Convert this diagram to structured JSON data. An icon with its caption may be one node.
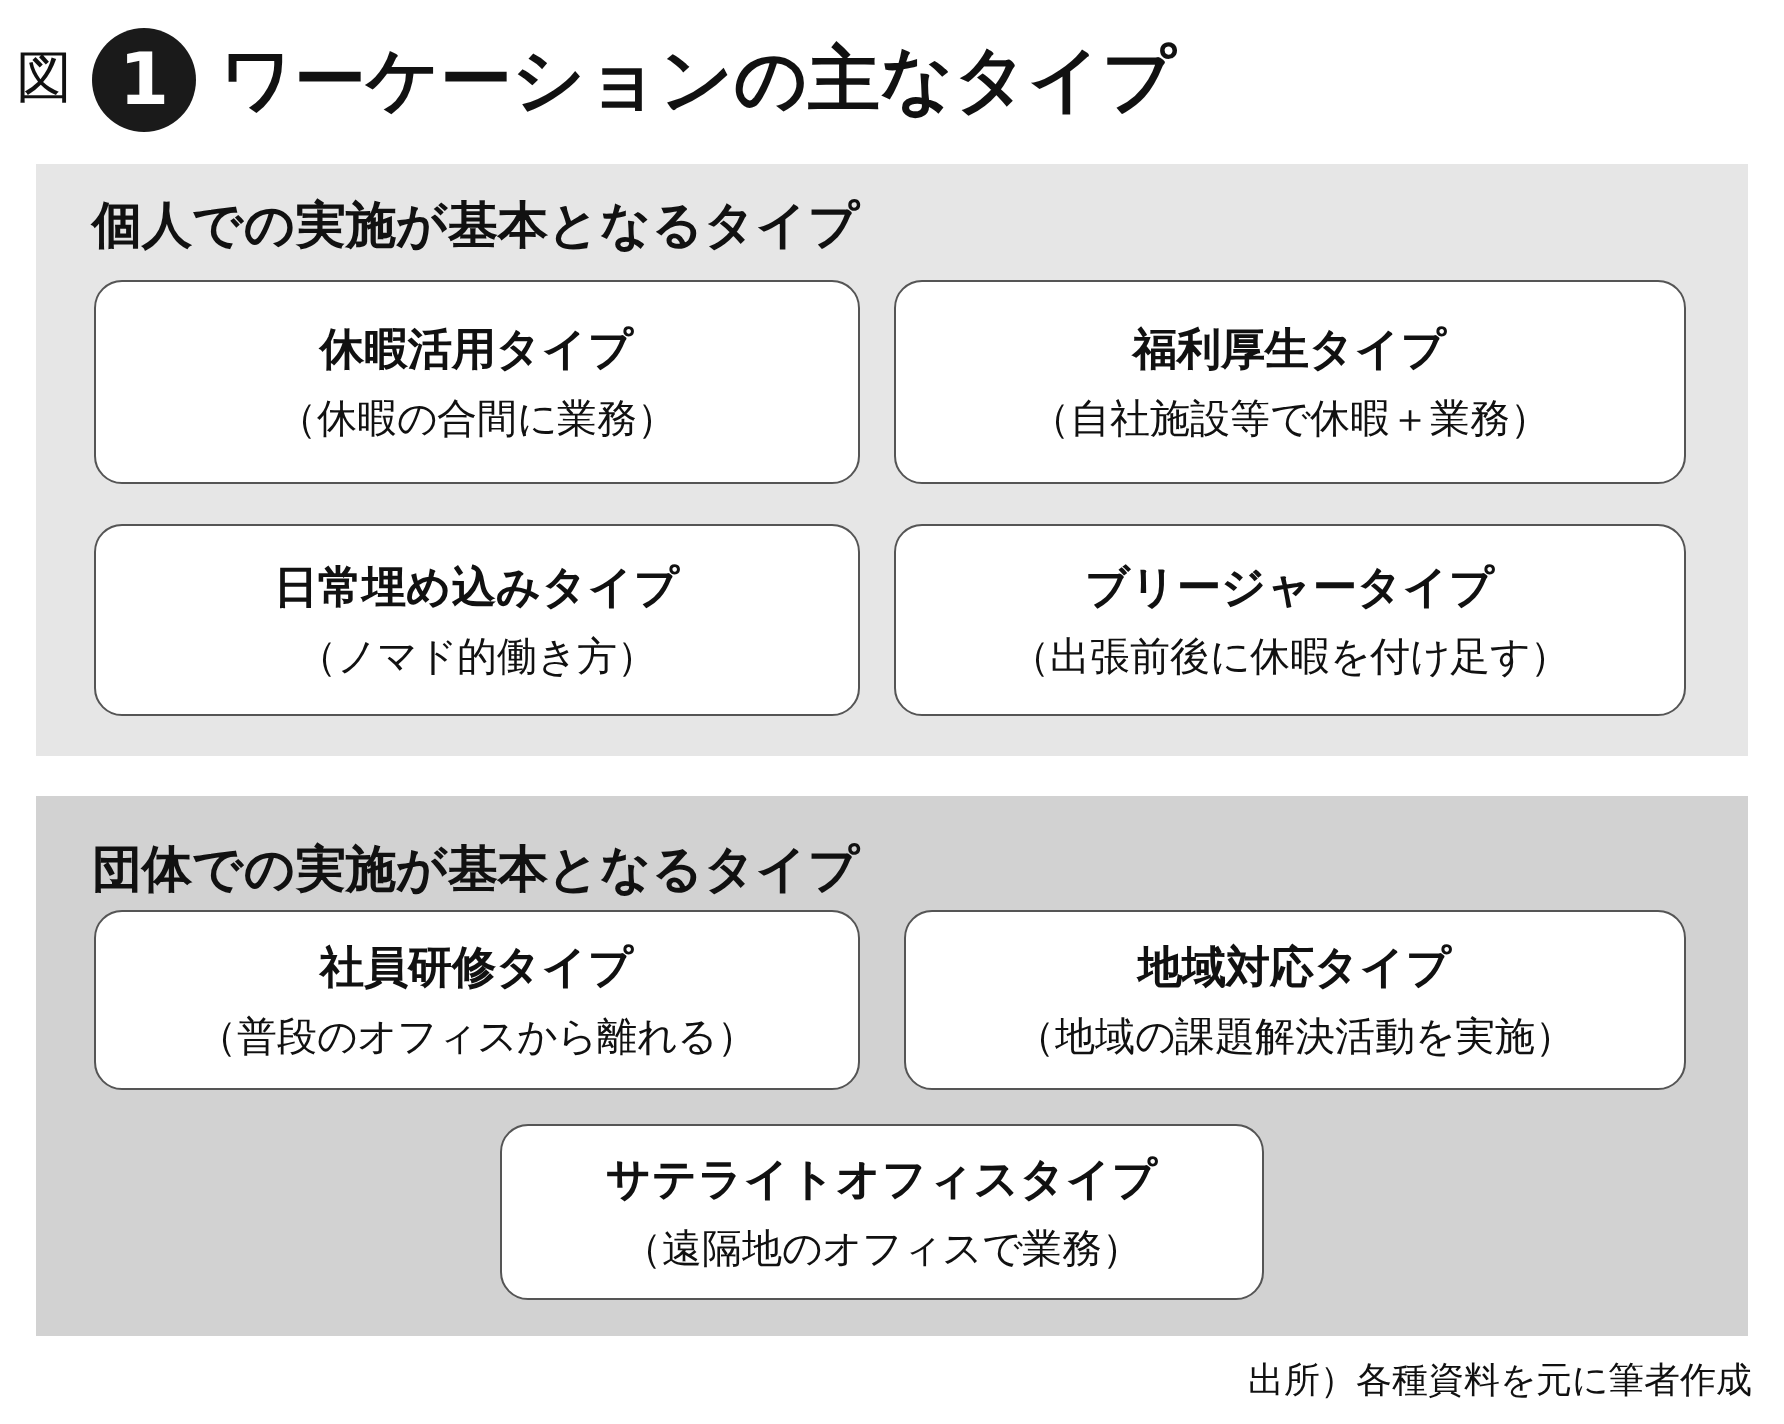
{
  "diagram": {
    "title": "ワーケーションの主なタイプ",
    "caption": "出所）各種資料を元に筆者作成",
    "nodes": [
      {
        "text": [
          "個人での実施が基本となるタイプ"
        ]
      },
      {
        "text": [
          "休暇活用タイプ",
          "（休暇の合間に業務）"
        ],
        "in": 0
      },
      {
        "text": [
          "福利厚生タイプ",
          "（自社施設等で休暇＋業務）"
        ],
        "in": 0
      },
      {
        "text": [
          "日常埋め込みタイプ",
          "（ノマド的働き方）"
        ],
        "in": 0
      },
      {
        "text": [
          "ブリージャータイプ",
          "（出張前後に休暇を付け足す）"
        ],
        "in": 0
      },
      {
        "text": [
          "団体での実施が基本となるタイプ"
        ]
      },
      {
        "text": [
          "社員研修タイプ",
          "（普段のオフィスから離れる）"
        ],
        "in": 5
      },
      {
        "text": [
          "地域対応タイプ",
          "（地域の課題解決活動を実施）"
        ],
        "in": 5
      },
      {
        "text": [
          "サテライトオフィスタイプ",
          "（遠隔地のオフィスで業務）"
        ],
        "in": 5
      }
    ],
    "labels": [
      "図",
      "1"
    ]
  }
}
